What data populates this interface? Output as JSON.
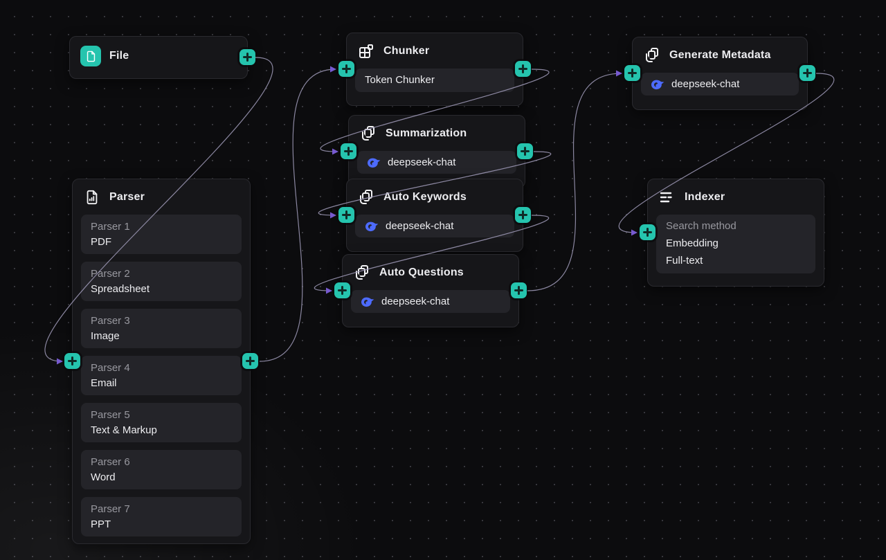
{
  "colors": {
    "canvas_bg": "#0c0c0e",
    "canvas_dot": "#3a3a40",
    "node_bg": "#161619",
    "node_border": "#2a2a2f",
    "card_bg": "#242429",
    "text_primary": "#ededf0",
    "text_muted": "#98989f",
    "accent_teal": "#25c4ae",
    "edge_line": "#a29dbb",
    "arrow_head": "#8a68f2",
    "deepseek_blue": "#4d6bfe"
  },
  "nodes": {
    "file": {
      "title": "File"
    },
    "parser": {
      "title": "Parser",
      "items": [
        {
          "label": "Parser 1",
          "value": "PDF"
        },
        {
          "label": "Parser 2",
          "value": "Spreadsheet"
        },
        {
          "label": "Parser 3",
          "value": "Image"
        },
        {
          "label": "Parser 4",
          "value": "Email"
        },
        {
          "label": "Parser 5",
          "value": "Text & Markup"
        },
        {
          "label": "Parser 6",
          "value": "Word"
        },
        {
          "label": "Parser 7",
          "value": "PPT"
        }
      ]
    },
    "chunker": {
      "title": "Chunker",
      "value": "Token Chunker"
    },
    "summarization": {
      "title": "Summarization",
      "model": "deepseek-chat"
    },
    "auto_keywords": {
      "title": "Auto Keywords",
      "model": "deepseek-chat"
    },
    "auto_questions": {
      "title": "Auto Questions",
      "model": "deepseek-chat"
    },
    "generate_metadata": {
      "title": "Generate Metadata",
      "model": "deepseek-chat"
    },
    "indexer": {
      "title": "Indexer",
      "label": "Search method",
      "methods": [
        "Embedding",
        "Full-text"
      ]
    }
  }
}
